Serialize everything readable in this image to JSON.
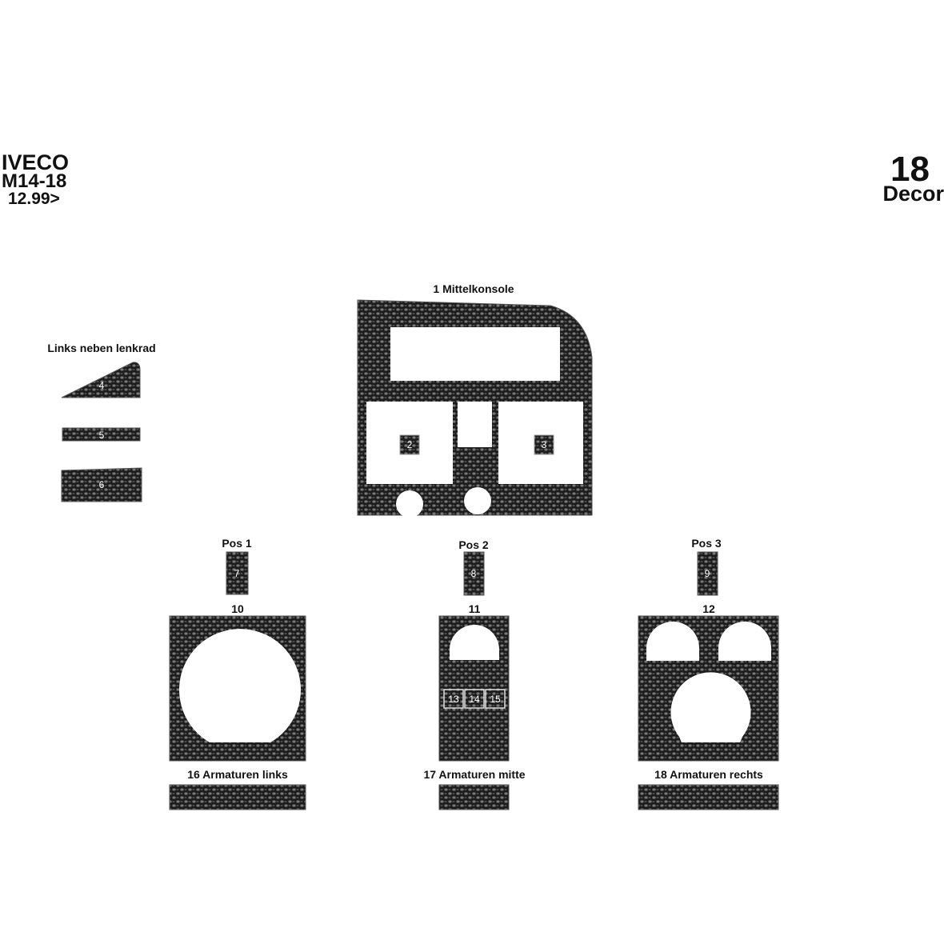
{
  "header": {
    "brand": "IVECO",
    "model": "M14-18",
    "date": "12.99>",
    "piece_count": "18",
    "decor_label": "Decor"
  },
  "labels": {
    "mittelkonsole": "1 Mittelkonsole",
    "links_neben_lenkrad": "Links neben lenkrad",
    "pos1": "Pos 1",
    "pos2": "Pos 2",
    "pos3": "Pos 3",
    "part10": "10",
    "part11": "11",
    "part12": "12",
    "armaturen_links": "16 Armaturen links",
    "armaturen_mitte": "17 Armaturen mitte",
    "armaturen_rechts": "18 Armaturen rechts"
  },
  "part_numbers": {
    "p2": "2",
    "p3": "3",
    "p4": "4",
    "p5": "5",
    "p6": "6",
    "p7": "7",
    "p8": "8",
    "p9": "9",
    "p13": "13",
    "p14": "14",
    "p15": "15"
  },
  "colors": {
    "carbon_base": "#1c1c1c",
    "carbon_weave_light": "#7a7a7a",
    "carbon_weave_mid": "#4a4a4a",
    "background": "#ffffff"
  }
}
